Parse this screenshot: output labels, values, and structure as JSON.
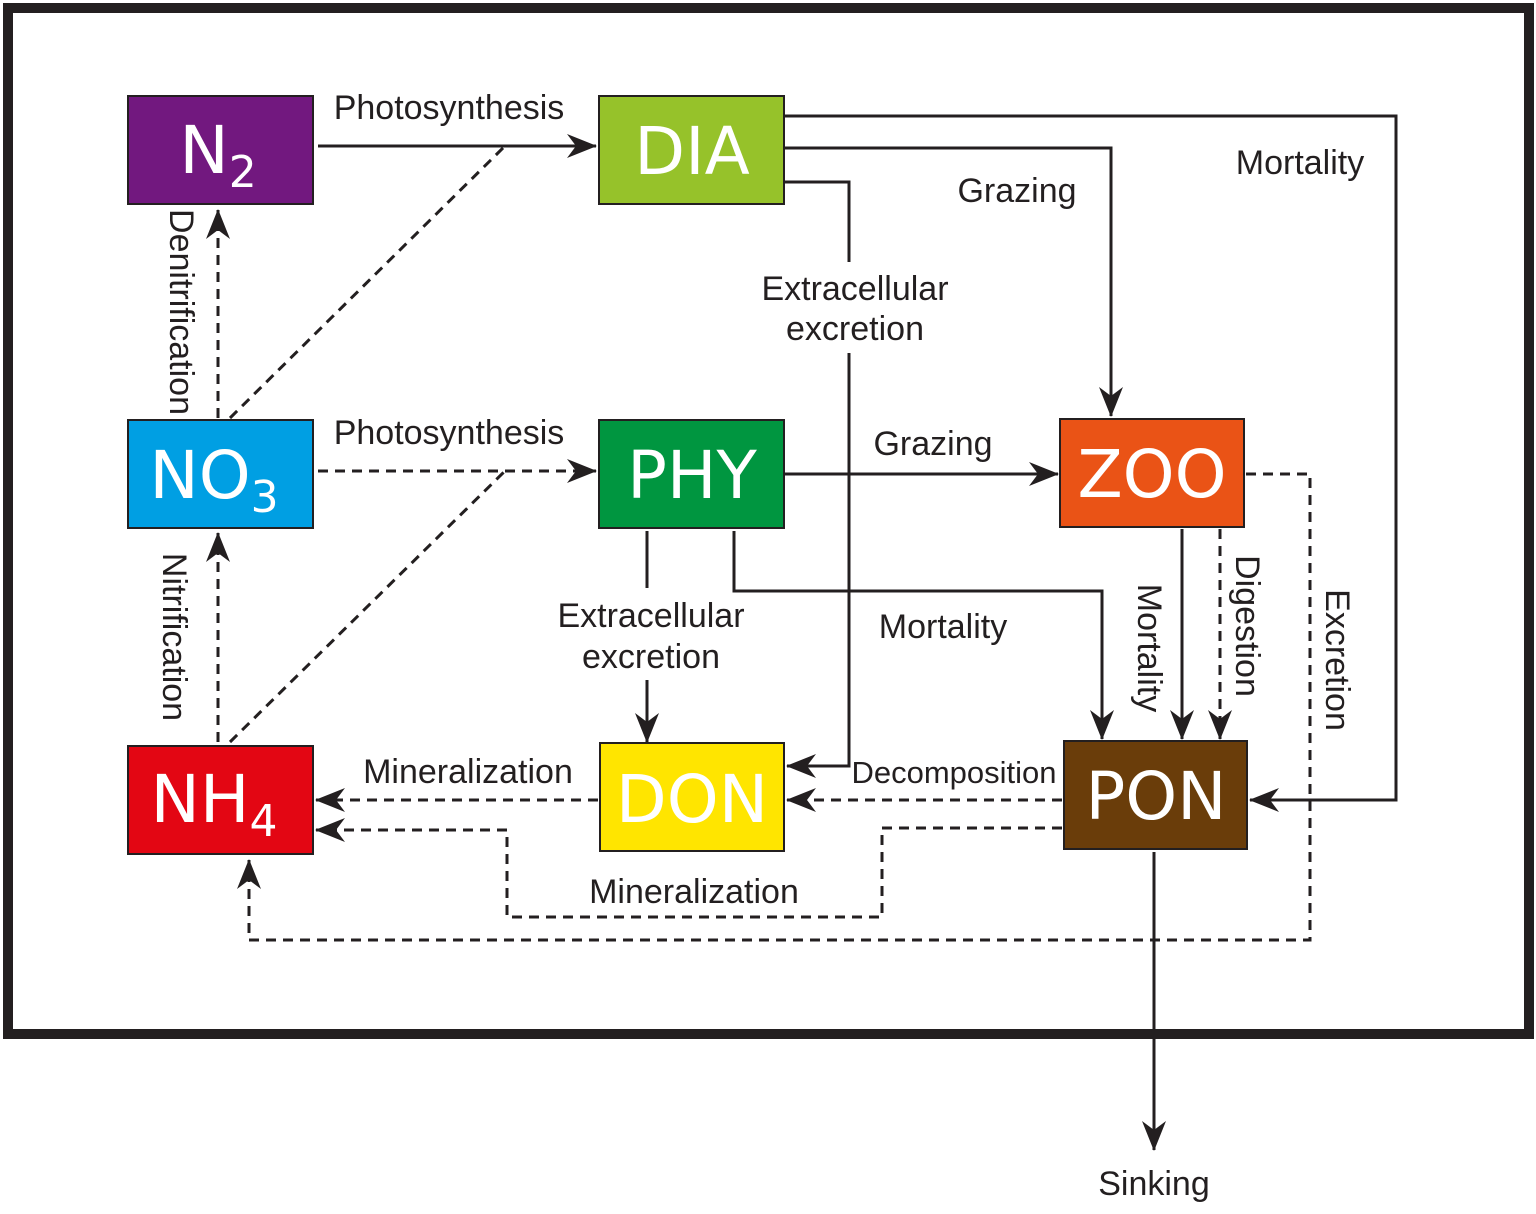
{
  "boxes": {
    "n2": {
      "main": "N",
      "sub": "2",
      "color": "#72187f"
    },
    "dia": {
      "main": "DIA",
      "color": "#96c22a"
    },
    "no3": {
      "main": "NO",
      "sub": "3",
      "color": "#009fe3"
    },
    "phy": {
      "main": "PHY",
      "color": "#009640"
    },
    "zoo": {
      "main": "ZOO",
      "color": "#ea5316"
    },
    "nh4": {
      "main": "NH",
      "sub": "4",
      "color": "#e30613"
    },
    "don": {
      "main": "DON",
      "color": "#ffe500"
    },
    "pon": {
      "main": "PON",
      "color": "#6a3d0a"
    }
  },
  "labels": {
    "photosynthesis_top": "Photosynthesis",
    "photosynthesis_mid": "Photosynthesis",
    "denitrification": "Denitrification",
    "nitrification": "Nitrification",
    "grazing_dia": "Grazing",
    "grazing_phy": "Grazing",
    "mortality_dia": "Mortality",
    "mortality_phy": "Mortality",
    "mortality_zoo": "Mortality",
    "extracellular_dia_1": "Extracellular",
    "extracellular_dia_2": "excretion",
    "extracellular_phy_1": "Extracellular",
    "extracellular_phy_2": "excretion",
    "digestion": "Digestion",
    "excretion": "Excretion",
    "decomposition": "Decomposition",
    "mineralization_don": "Mineralization",
    "mineralization_pon": "Mineralization",
    "sinking": "Sinking"
  },
  "colors": {
    "line": "#231f20",
    "frame": "#231f20"
  }
}
